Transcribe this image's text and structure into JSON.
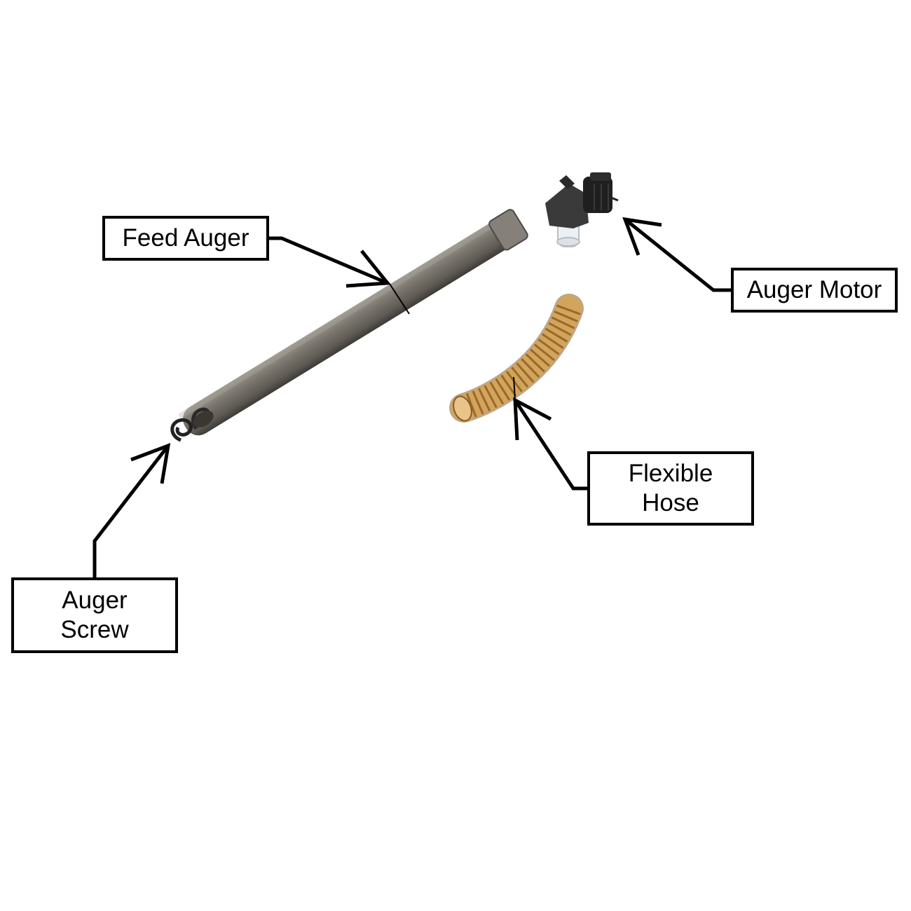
{
  "labels": {
    "feed_auger": "Feed Auger",
    "auger_motor": "Auger Motor",
    "flexible_hose": {
      "line1": "Flexible",
      "line2": "Hose"
    },
    "auger_screw": {
      "line1": "Auger",
      "line2": "Screw"
    }
  },
  "colors": {
    "tube": "#6e6a63",
    "motor": "#1e1e1e",
    "hose": "#c89a4e",
    "outline": "#000000"
  }
}
